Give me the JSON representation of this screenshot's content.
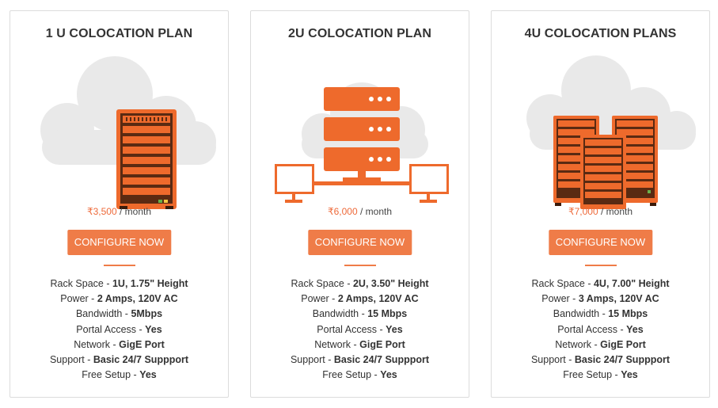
{
  "plans": [
    {
      "title": "1 U COLOCATION PLAN",
      "icon": "single-server-cloud-icon",
      "price": "₹3,500",
      "period": "/ month",
      "button": "CONFIGURE NOW",
      "specs": [
        {
          "label": "Rack Space",
          "sep": " - ",
          "value": "1U, 1.75\" Height"
        },
        {
          "label": "Power",
          "sep": " - ",
          "value": "2 Amps, 120V AC"
        },
        {
          "label": "Bandwidth",
          "sep": " - ",
          "value": "5Mbps"
        },
        {
          "label": "Portal Access",
          "sep": " - ",
          "value": "Yes"
        },
        {
          "label": "Network",
          "sep": " - ",
          "value": "GigE Port"
        },
        {
          "label": "Support",
          "sep": " - ",
          "value": "Basic 24/7 Suppport"
        },
        {
          "label": "Free Setup",
          "sep": " - ",
          "value": "Yes"
        }
      ]
    },
    {
      "title": "2U COLOCATION PLAN",
      "icon": "server-stack-network-icon",
      "price": "₹6,000",
      "period": "/ month",
      "button": "CONFIGURE NOW",
      "specs": [
        {
          "label": "Rack Space",
          "sep": " - ",
          "value": "2U, 3.50\" Height"
        },
        {
          "label": "Power",
          "sep": " - ",
          "value": "2 Amps, 120V AC"
        },
        {
          "label": "Bandwidth",
          "sep": " - ",
          "value": "15 Mbps"
        },
        {
          "label": "Portal Access",
          "sep": " - ",
          "value": "Yes"
        },
        {
          "label": "Network",
          "sep": " - ",
          "value": "GigE Port"
        },
        {
          "label": "Support",
          "sep": " - ",
          "value": "Basic 24/7 Suppport"
        },
        {
          "label": "Free Setup",
          "sep": " - ",
          "value": "Yes"
        }
      ]
    },
    {
      "title": "4U COLOCATION PLANS",
      "icon": "multi-server-cloud-icon",
      "price": "₹7,000",
      "period": "/ month",
      "button": "CONFIGURE NOW",
      "specs": [
        {
          "label": "Rack Space",
          "sep": " - ",
          "value": "4U, 7.00\" Height"
        },
        {
          "label": "Power",
          "sep": " - ",
          "value": "3 Amps, 120V AC"
        },
        {
          "label": "Bandwidth",
          "sep": " - ",
          "value": "15 Mbps"
        },
        {
          "label": "Portal Access",
          "sep": " - ",
          "value": "Yes"
        },
        {
          "label": "Network",
          "sep": " - ",
          "value": "GigE Port"
        },
        {
          "label": "Support",
          "sep": " - ",
          "value": "Basic 24/7 Suppport"
        },
        {
          "label": "Free Setup",
          "sep": " - ",
          "value": "Yes"
        }
      ]
    }
  ],
  "colors": {
    "accent": "#ef7c48",
    "server": "#ee6a2c",
    "server_dark": "#5a2a12",
    "cloud": "#e8e8e8"
  }
}
